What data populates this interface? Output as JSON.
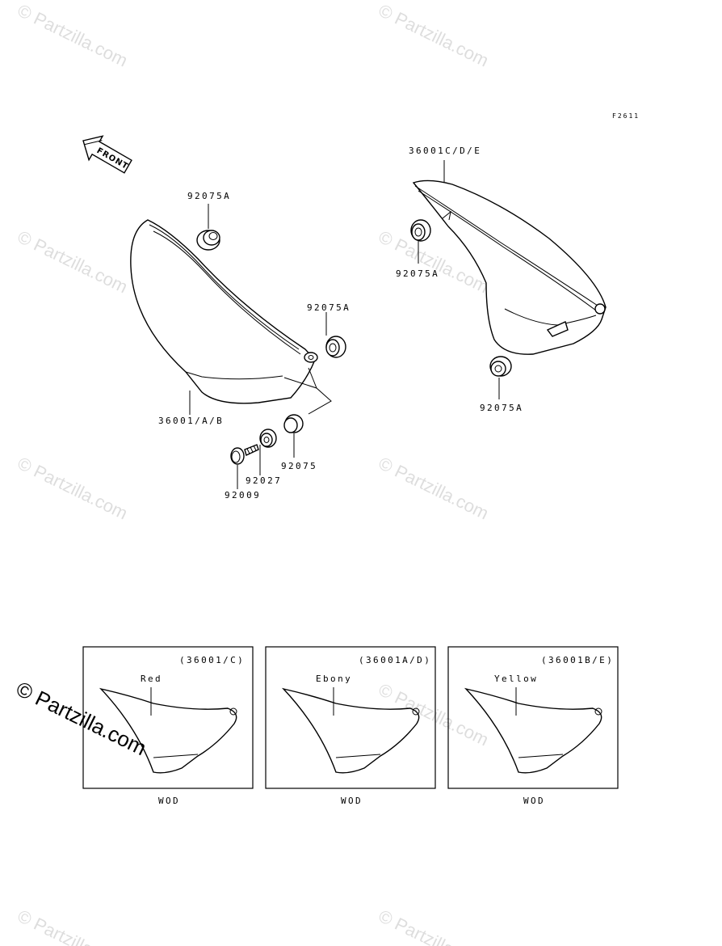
{
  "figure_code": "F2611",
  "front_label": "FRONT",
  "watermark": {
    "symbol": "©",
    "text": "Partzilla.com"
  },
  "parts": {
    "grommet_a_top_left": "92075A",
    "grommet_a_mid_left": "92075A",
    "cover_left": "36001/A/B",
    "grommet": "92075",
    "collar": "92027",
    "bolt": "92009",
    "cover_right": "36001C/D/E",
    "grommet_a_right_upper": "92075A",
    "grommet_a_right_lower": "92075A"
  },
  "color_variants": [
    {
      "code": "(36001/C)",
      "color": "Red",
      "footer": "WOD"
    },
    {
      "code": "(36001A/D)",
      "color": "Ebony",
      "footer": "WOD"
    },
    {
      "code": "(36001B/E)",
      "color": "Yellow",
      "footer": "WOD"
    }
  ]
}
